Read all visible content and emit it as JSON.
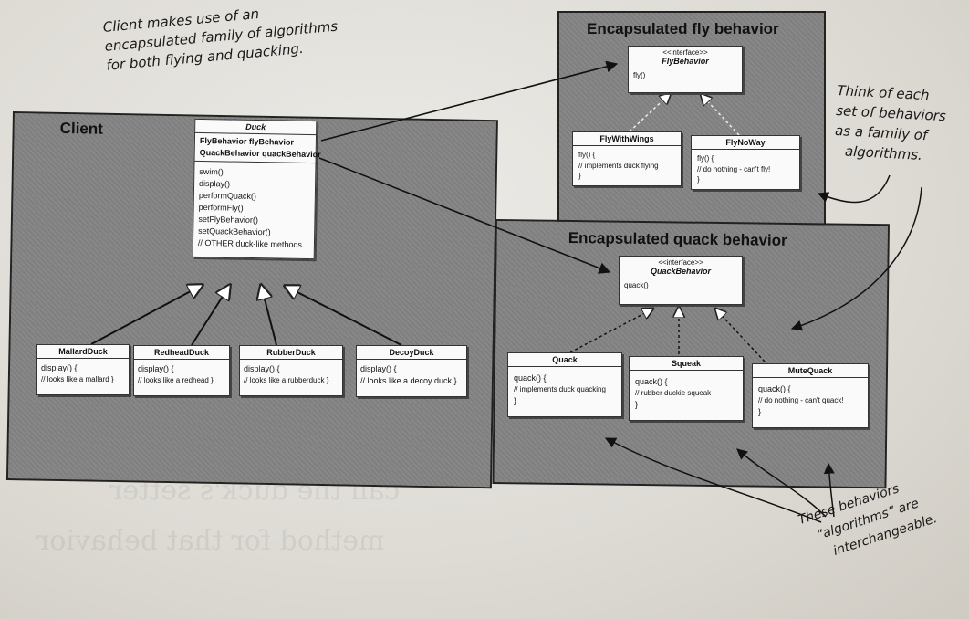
{
  "annotations": {
    "client_note": [
      "Client makes use of an",
      "encapsulated family of algorithms",
      "for both flying and quacking."
    ],
    "family_note": [
      "Think of each",
      "set of behaviors",
      "as a family of",
      "algorithms."
    ],
    "interchangeable_note": [
      "These behaviors",
      "“algorithms” are",
      "interchangeable."
    ]
  },
  "panels": {
    "client": "Client",
    "fly": "Encapsulated fly behavior",
    "quack": "Encapsulated quack behavior"
  },
  "duck": {
    "name": "Duck",
    "fields": [
      "FlyBehavior flyBehavior",
      "QuackBehavior quackBehavior"
    ],
    "methods": [
      "swim()",
      "display()",
      "performQuack()",
      "performFly()",
      "setFlyBehavior()",
      "setQuackBehavior()",
      "// OTHER duck-like methods..."
    ]
  },
  "subducks": [
    {
      "name": "MallardDuck",
      "body": [
        "display() {",
        "// looks like a mallard }"
      ]
    },
    {
      "name": "RedheadDuck",
      "body": [
        "display() {",
        "// looks like a redhead }"
      ]
    },
    {
      "name": "RubberDuck",
      "body": [
        "display() {",
        "// looks like a rubberduck }"
      ]
    },
    {
      "name": "DecoyDuck",
      "body": [
        "display() {",
        "// looks like a decoy duck }"
      ]
    }
  ],
  "fly_interface": {
    "stereotype": "<<interface>>",
    "name": "FlyBehavior",
    "methods": [
      "fly()"
    ]
  },
  "fly_impls": [
    {
      "name": "FlyWithWings",
      "body": [
        "fly() {",
        "// implements duck flying",
        "}"
      ]
    },
    {
      "name": "FlyNoWay",
      "body": [
        "fly() {",
        "// do nothing - can't fly!",
        "}"
      ]
    }
  ],
  "quack_interface": {
    "stereotype": "<<interface>>",
    "name": "QuackBehavior",
    "methods": [
      "quack()"
    ]
  },
  "quack_impls": [
    {
      "name": "Quack",
      "body": [
        "quack() {",
        "// implements duck quacking",
        "}"
      ]
    },
    {
      "name": "Squeak",
      "body": [
        "quack() {",
        "// rubber duckie squeak",
        "}"
      ]
    },
    {
      "name": "MuteQuack",
      "body": [
        "quack() {",
        "// do nothing - can't quack!",
        "}"
      ]
    }
  ]
}
